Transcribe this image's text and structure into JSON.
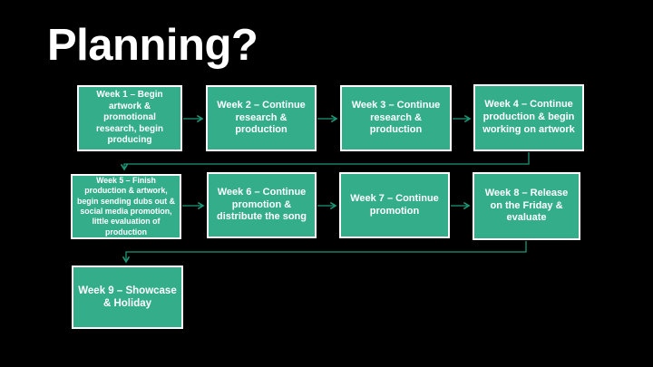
{
  "slide": {
    "title": "Planning?"
  },
  "colors": {
    "background": "#000000",
    "title_text": "#ffffff",
    "box_fill": "#34ad8b",
    "box_border": "#ffffff",
    "box_text": "#ffffff",
    "connector": "#1d9777"
  },
  "flowchart": {
    "boxes": [
      {
        "id": "week1",
        "label": "Week 1 – Begin artwork & promotional research, begin producing"
      },
      {
        "id": "week2",
        "label": "Week 2 – Continue research & production"
      },
      {
        "id": "week3",
        "label": "Week 3 – Continue research & production"
      },
      {
        "id": "week4",
        "label": "Week 4 – Continue production & begin working on artwork"
      },
      {
        "id": "week5",
        "label": "Week 5 – Finish production & artwork, begin sending dubs out & social media promotion, little evaluation of production"
      },
      {
        "id": "week6",
        "label": "Week 6 – Continue promotion & distribute the song"
      },
      {
        "id": "week7",
        "label": "Week 7 – Continue promotion"
      },
      {
        "id": "week8",
        "label": "Week 8 – Release on the Friday & evaluate"
      },
      {
        "id": "week9",
        "label": "Week 9 – Showcase & Holiday"
      }
    ]
  }
}
